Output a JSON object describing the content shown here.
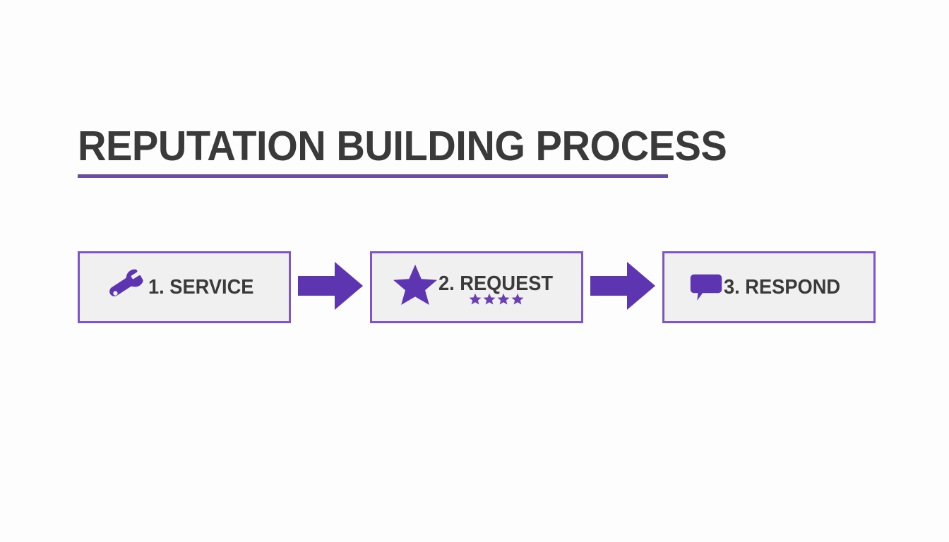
{
  "slide": {
    "title": "REPUTATION BUILDING PROCESS",
    "background_color": "#fdfdfe",
    "title_color": "#3a3a3a",
    "underline_color": "#6b4ba8"
  },
  "theme": {
    "accent_purple": "#5e35b1",
    "border_purple": "#7e57c2",
    "box_fill": "#f0f0f0",
    "text_dark": "#3a3a3a"
  },
  "process": {
    "steps": [
      {
        "label": "1. SERVICE",
        "icon": "wrench-icon",
        "rating_stars": 0
      },
      {
        "label": "2. REQUEST",
        "icon": "star-icon",
        "rating_stars": 4
      },
      {
        "label": "3. RESPOND",
        "icon": "speech-bubble-icon",
        "rating_stars": 0
      }
    ],
    "connectors": [
      {
        "icon": "arrow-right-icon"
      },
      {
        "icon": "arrow-right-icon"
      }
    ]
  }
}
